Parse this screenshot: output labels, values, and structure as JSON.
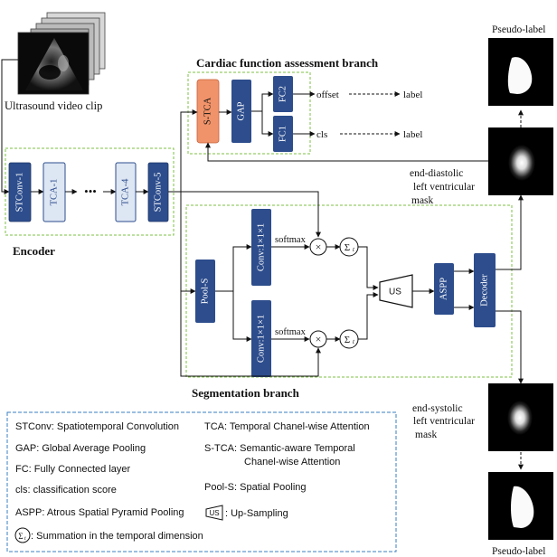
{
  "labels": {
    "video_clip": "Ultrasound video clip",
    "encoder": "Encoder",
    "cardiac_branch": "Cardiac function assessment branch",
    "segmentation_branch": "Segmentation branch",
    "pseudo_label_top": "Pseudo-label",
    "pseudo_label_bottom": "Pseudo-label",
    "ed_mask": [
      "end-diastolic",
      "left ventricular",
      "mask"
    ],
    "es_mask": [
      "end-systolic",
      "left ventricular",
      "mask"
    ]
  },
  "blocks": {
    "stconv1": "STConv-1",
    "tca1": "TCA-1",
    "dots": "•••",
    "tca4": "TCA-4",
    "stconv5": "STConv-5",
    "stca": "S-TCA",
    "gap": "GAP",
    "fc2": "FC2",
    "fc1": "FC1",
    "offset": "offset",
    "cls": "cls",
    "label_top": "label",
    "label_bottom": "label",
    "pools": "Pool-S",
    "conv_top": "Conv:1×1×1",
    "conv_bottom": "Conv:1×1×1",
    "softmax_top": "softmax",
    "softmax_bottom": "softmax",
    "times": "×",
    "sum_symbol": "Σ",
    "sum_sub": "t",
    "us": "US",
    "aspp": "ASPP",
    "decoder": "Decoder"
  },
  "legend": [
    {
      "abbr": "STConv",
      "text": ": Spatiotemporal Convolution"
    },
    {
      "abbr": "TCA",
      "text": ": Temporal Chanel-wise Attention"
    },
    {
      "abbr": "GAP",
      "text": ": Global Average Pooling"
    },
    {
      "abbr": "S-TCA",
      "text": ": Semantic-aware Temporal"
    },
    {
      "abbr": "",
      "text": "Chanel-wise Attention"
    },
    {
      "abbr": "FC",
      "text": ": Fully Connected layer"
    },
    {
      "abbr": "cls",
      "text": ": classification score"
    },
    {
      "abbr": "Pool-S",
      "text": ": Spatial Pooling"
    },
    {
      "abbr": "ASPP",
      "text": ": Atrous Spatial Pyramid Pooling"
    },
    {
      "abbr": "",
      "text": ": Up-Sampling"
    },
    {
      "abbr": "",
      "text": ": Summation in the temporal dimension"
    }
  ],
  "colors": {
    "block_blue": "#2d4d8c",
    "tca_fill": "#dde6f3",
    "tca_stroke": "#2d4d8c",
    "stca_fill": "#f0936a",
    "dashed_green": "#7dc243",
    "legend_border": "#3a7fc1",
    "arrow": "#111111"
  }
}
